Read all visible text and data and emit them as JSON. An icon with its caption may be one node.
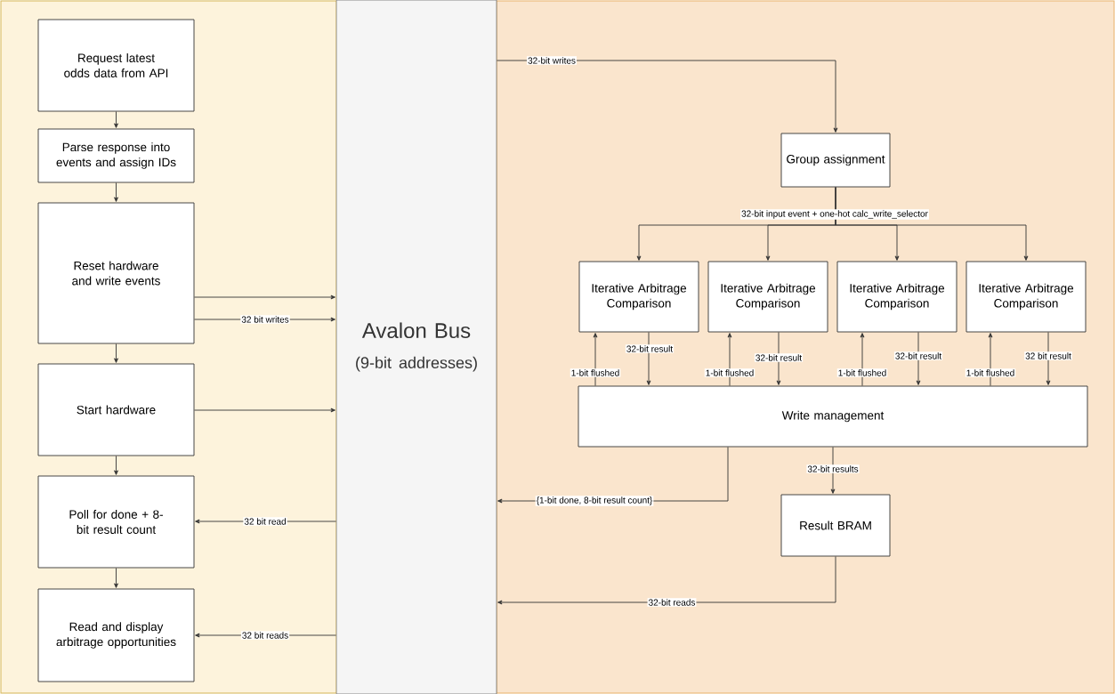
{
  "diagram": {
    "nodes": [
      {
        "text": [
          "Request latest odds data from API"
        ]
      },
      {
        "text": [
          "Parse response into events and assign IDs"
        ]
      },
      {
        "text": [
          "Reset hardware and write events"
        ]
      },
      {
        "text": [
          "Start hardware"
        ]
      },
      {
        "text": [
          "Poll for done + 8-bit result count"
        ]
      },
      {
        "text": [
          "Read and display arbitrage opportunities"
        ]
      },
      {
        "text": [
          "Avalon Bus",
          "(9-bit addresses)"
        ]
      },
      {
        "text": [
          "Group assignment"
        ]
      },
      {
        "text": [
          "Iterative Arbitrage Comparison"
        ]
      },
      {
        "text": [
          "Iterative Arbitrage Comparison"
        ]
      },
      {
        "text": [
          "Iterative Arbitrage Comparison"
        ]
      },
      {
        "text": [
          "Iterative Arbitrage Comparison"
        ]
      },
      {
        "text": [
          "Write management"
        ]
      },
      {
        "text": [
          "Result BRAM"
        ]
      }
    ],
    "edges": [
      {
        "from": 0,
        "to": 1,
        "arrow": "to"
      },
      {
        "from": 1,
        "to": 2,
        "arrow": "to"
      },
      {
        "from": 2,
        "to": 3,
        "arrow": "to"
      },
      {
        "from": 3,
        "to": 4,
        "arrow": "to"
      },
      {
        "from": 4,
        "to": 5,
        "arrow": "to"
      },
      {
        "from": 2,
        "to": 6,
        "arrow": "to"
      },
      {
        "from": 2,
        "to": 6,
        "arrow": "to",
        "label": "32 bit writes"
      },
      {
        "from": 3,
        "to": 6,
        "arrow": "to"
      },
      {
        "from": 6,
        "to": 4,
        "arrow": "to",
        "label": "32 bit read"
      },
      {
        "from": 6,
        "to": 5,
        "arrow": "to",
        "label": "32 bit reads"
      },
      {
        "from": 6,
        "to": 7,
        "arrow": "to",
        "label": "32-bit writes"
      },
      {
        "from": 7,
        "to": 8,
        "arrow": "to",
        "label": "32-bit input event + one-hot calc_write_selector"
      },
      {
        "from": 7,
        "to": 9,
        "arrow": "to"
      },
      {
        "from": 7,
        "to": 10,
        "arrow": "to"
      },
      {
        "from": 7,
        "to": 11,
        "arrow": "to"
      },
      {
        "from": 12,
        "to": 8,
        "arrow": "to",
        "label": "1-bit flushed"
      },
      {
        "from": 8,
        "to": 12,
        "arrow": "to",
        "label": "32-bit result"
      },
      {
        "from": 12,
        "to": 9,
        "arrow": "to",
        "label": "1-bit flushed"
      },
      {
        "from": 9,
        "to": 12,
        "arrow": "to",
        "label": "32-bit result"
      },
      {
        "from": 12,
        "to": 10,
        "arrow": "to",
        "label": "1-bit flushed"
      },
      {
        "from": 10,
        "to": 12,
        "arrow": "to",
        "label": "32-bit result"
      },
      {
        "from": 12,
        "to": 11,
        "arrow": "to",
        "label": "1-bit flushed"
      },
      {
        "from": 11,
        "to": 12,
        "arrow": "to",
        "label": "32 bit result"
      },
      {
        "from": 12,
        "to": 6,
        "arrow": "to",
        "label": "{1-bit done, 8-bit result count}"
      },
      {
        "from": 12,
        "to": 13,
        "arrow": "to",
        "label": "32-bit results"
      },
      {
        "from": 13,
        "to": 6,
        "arrow": "to",
        "label": "32-bit reads"
      }
    ]
  }
}
